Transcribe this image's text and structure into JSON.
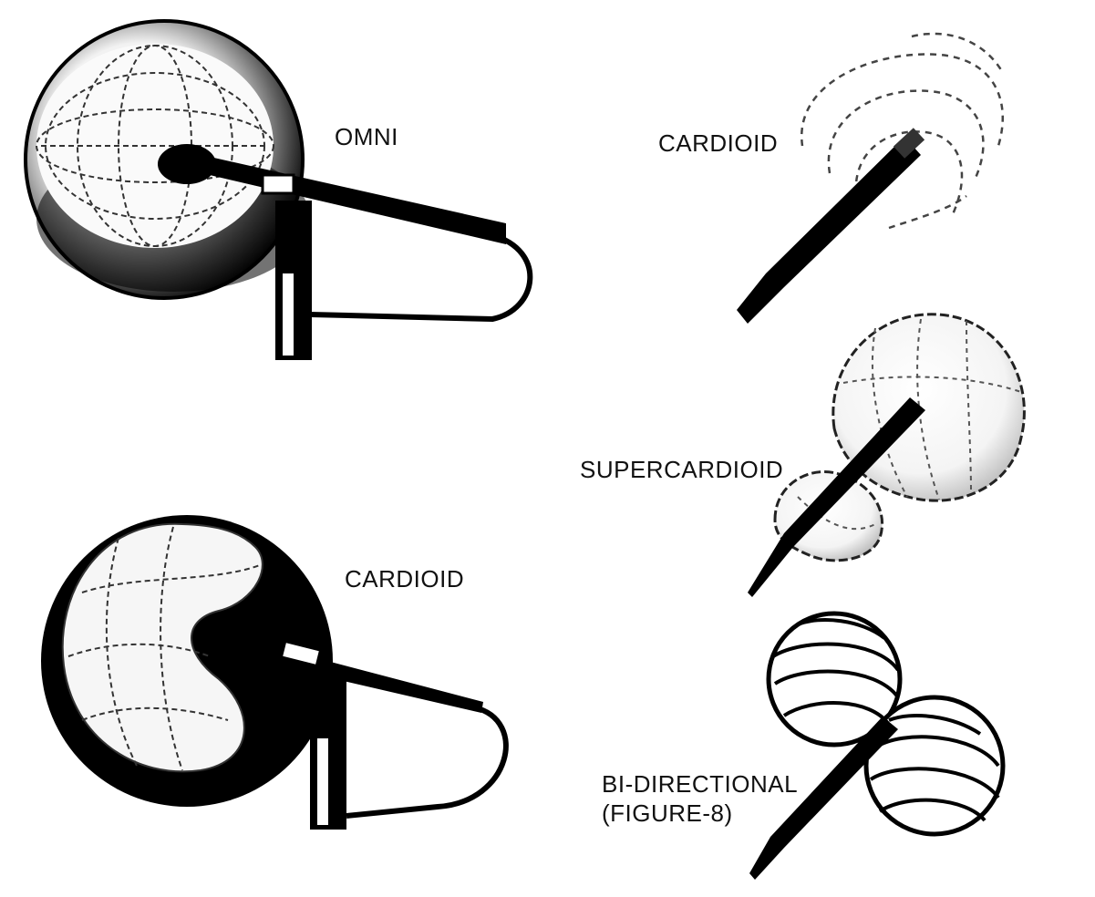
{
  "labels": {
    "omni": "OMNI",
    "cardioid_left": "CARDIOID",
    "cardioid_right": "CARDIOID",
    "supercardioid": "SUPERCARDIOID",
    "bidirectional_line1": "BI-DIRECTIONAL",
    "bidirectional_line2": "(FIGURE-8)"
  }
}
